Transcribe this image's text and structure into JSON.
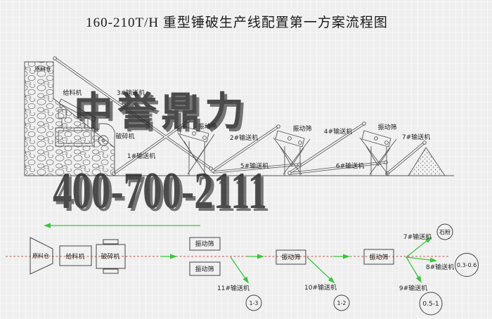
{
  "title": "160-210T/H 重型锤破生产线配置第一方案流程图",
  "watermark": {
    "brand": "中誉鼎力",
    "phone": "400-700-2111"
  },
  "colors": {
    "background": "#efefef",
    "cad_line": "#555555",
    "label_text": "#222222",
    "flow_green": "#3bc43b",
    "center_line_red": "#bf5a50",
    "watermark_gray": "#9a9a9a",
    "watermark_white": "#f6f6f6"
  },
  "top": {
    "raw_bin": "原料仓",
    "feeder": "给料机",
    "crusher": "破碎机",
    "screen": "振动筛",
    "conveyor1": "1#输送机",
    "conveyor2": "2#输送机",
    "conveyor3": "3#输送机",
    "conveyor4": "4#输送机",
    "conveyor5": "5#输送机",
    "conveyor6": "6#输送机",
    "conveyor7": "7#输送机"
  },
  "bottom": {
    "raw_bin": "原料仓",
    "feeder": "给料机",
    "crusher": "破碎机",
    "screen": "振动筛",
    "conveyor7": "7#输送机",
    "conveyor8": "8#输送机",
    "conveyor9": "9#输送机",
    "conveyor10": "10#输送机",
    "conveyor11": "11#输送机",
    "products": {
      "stone_powder": "石粉",
      "size_03_06": "0.3-0.6",
      "size_05_1": "0.5-1",
      "size_1_2": "1-2",
      "size_1_3": "1-3"
    }
  }
}
